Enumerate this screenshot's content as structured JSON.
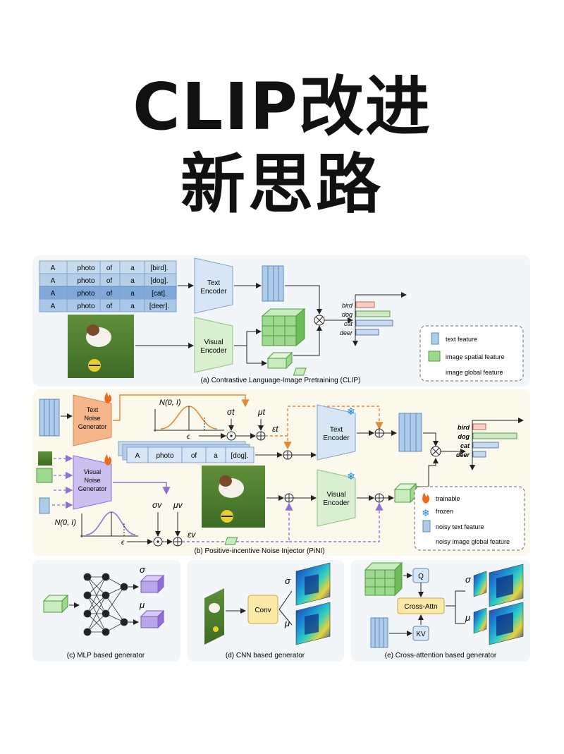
{
  "headline": {
    "line1": "CLIP改进",
    "line2": "新思路"
  },
  "panel_a": {
    "caption": "(a) Contrastive Language-Image Pretraining (CLIP)",
    "prompt_rows": [
      [
        "A",
        "photo",
        "of",
        "a",
        "[bird]."
      ],
      [
        "A",
        "photo",
        "of",
        "a",
        "[dog]."
      ],
      [
        "A",
        "photo",
        "of",
        "a",
        "[cat]."
      ],
      [
        "A",
        "photo",
        "of",
        "a",
        "[deer]."
      ]
    ],
    "text_encoder": [
      "Text",
      "Encoder"
    ],
    "visual_encoder": [
      "Visual",
      "Encoder"
    ],
    "classes": [
      "bird",
      "dog",
      "cat",
      "deer"
    ],
    "legend": [
      "text feature",
      "image spatial feature",
      "image global feature"
    ]
  },
  "panel_b": {
    "caption": "(b) Positive-incentive Noise Injector (PiNI)",
    "text_noise_generator": [
      "Text",
      "Noise",
      "Generator"
    ],
    "visual_noise_generator": [
      "Visual",
      "Noise",
      "Generator"
    ],
    "text_encoder": [
      "Text",
      "Encoder"
    ],
    "visual_encoder": [
      "Visual",
      "Encoder"
    ],
    "normal_label": "N(0, I)",
    "epsilon": "ϵ",
    "sigma_t": "σt",
    "mu_t": "μt",
    "eps_t": "εt",
    "sigma_v": "σv",
    "mu_v": "μv",
    "eps_v": "εv",
    "prompt_tokens": [
      "A",
      "photo",
      "of",
      "a",
      "[dog]."
    ],
    "classes": [
      "bird",
      "dog",
      "cat",
      "deer"
    ],
    "legend": [
      "trainable",
      "frozen",
      "noisy text feature",
      "noisy image global feature"
    ]
  },
  "panel_c": {
    "caption": "(c) MLP based generator",
    "sigma": "σ",
    "mu": "μ"
  },
  "panel_d": {
    "caption": "(d) CNN based generator",
    "conv": "Conv",
    "sigma": "σ",
    "mu": "μ"
  },
  "panel_e": {
    "caption": "(e) Cross-attention based generator",
    "q": "Q",
    "kv": "KV",
    "attn": "Cross-Attn",
    "sigma": "σ",
    "mu": "μ"
  },
  "colors": {
    "text_blue": "#aecbe8",
    "encoder_blue": "#d6e6f5",
    "encoder_green": "#d8efd0",
    "green": "#7ccf6d",
    "purple": "#b8a6e6",
    "purple_line": "#8f6fd6",
    "orange": "#f2a36b",
    "orange_line": "#e08a35",
    "panel_bg": "#f3f6f9",
    "panel_b_bg": "#fbf8ec"
  }
}
